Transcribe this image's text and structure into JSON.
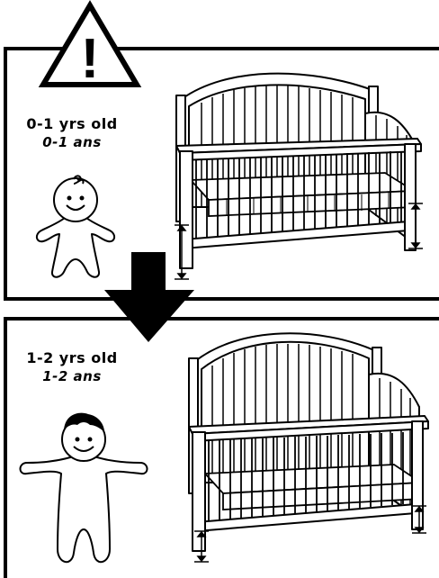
{
  "warning": {
    "icon": "warning-triangle-icon",
    "symbol": "!"
  },
  "panels": [
    {
      "age_en": "0-1 yrs old",
      "age_fr": "0-1 ans",
      "child_icon": "infant-icon",
      "crib_icon": "crib-high-mattress-icon"
    },
    {
      "age_en": "1-2 yrs old",
      "age_fr": "1-2 ans",
      "child_icon": "toddler-icon",
      "crib_icon": "crib-low-mattress-icon"
    }
  ],
  "transition_icon": "down-arrow-icon",
  "colors": {
    "ink": "#000000",
    "paper": "#ffffff"
  }
}
